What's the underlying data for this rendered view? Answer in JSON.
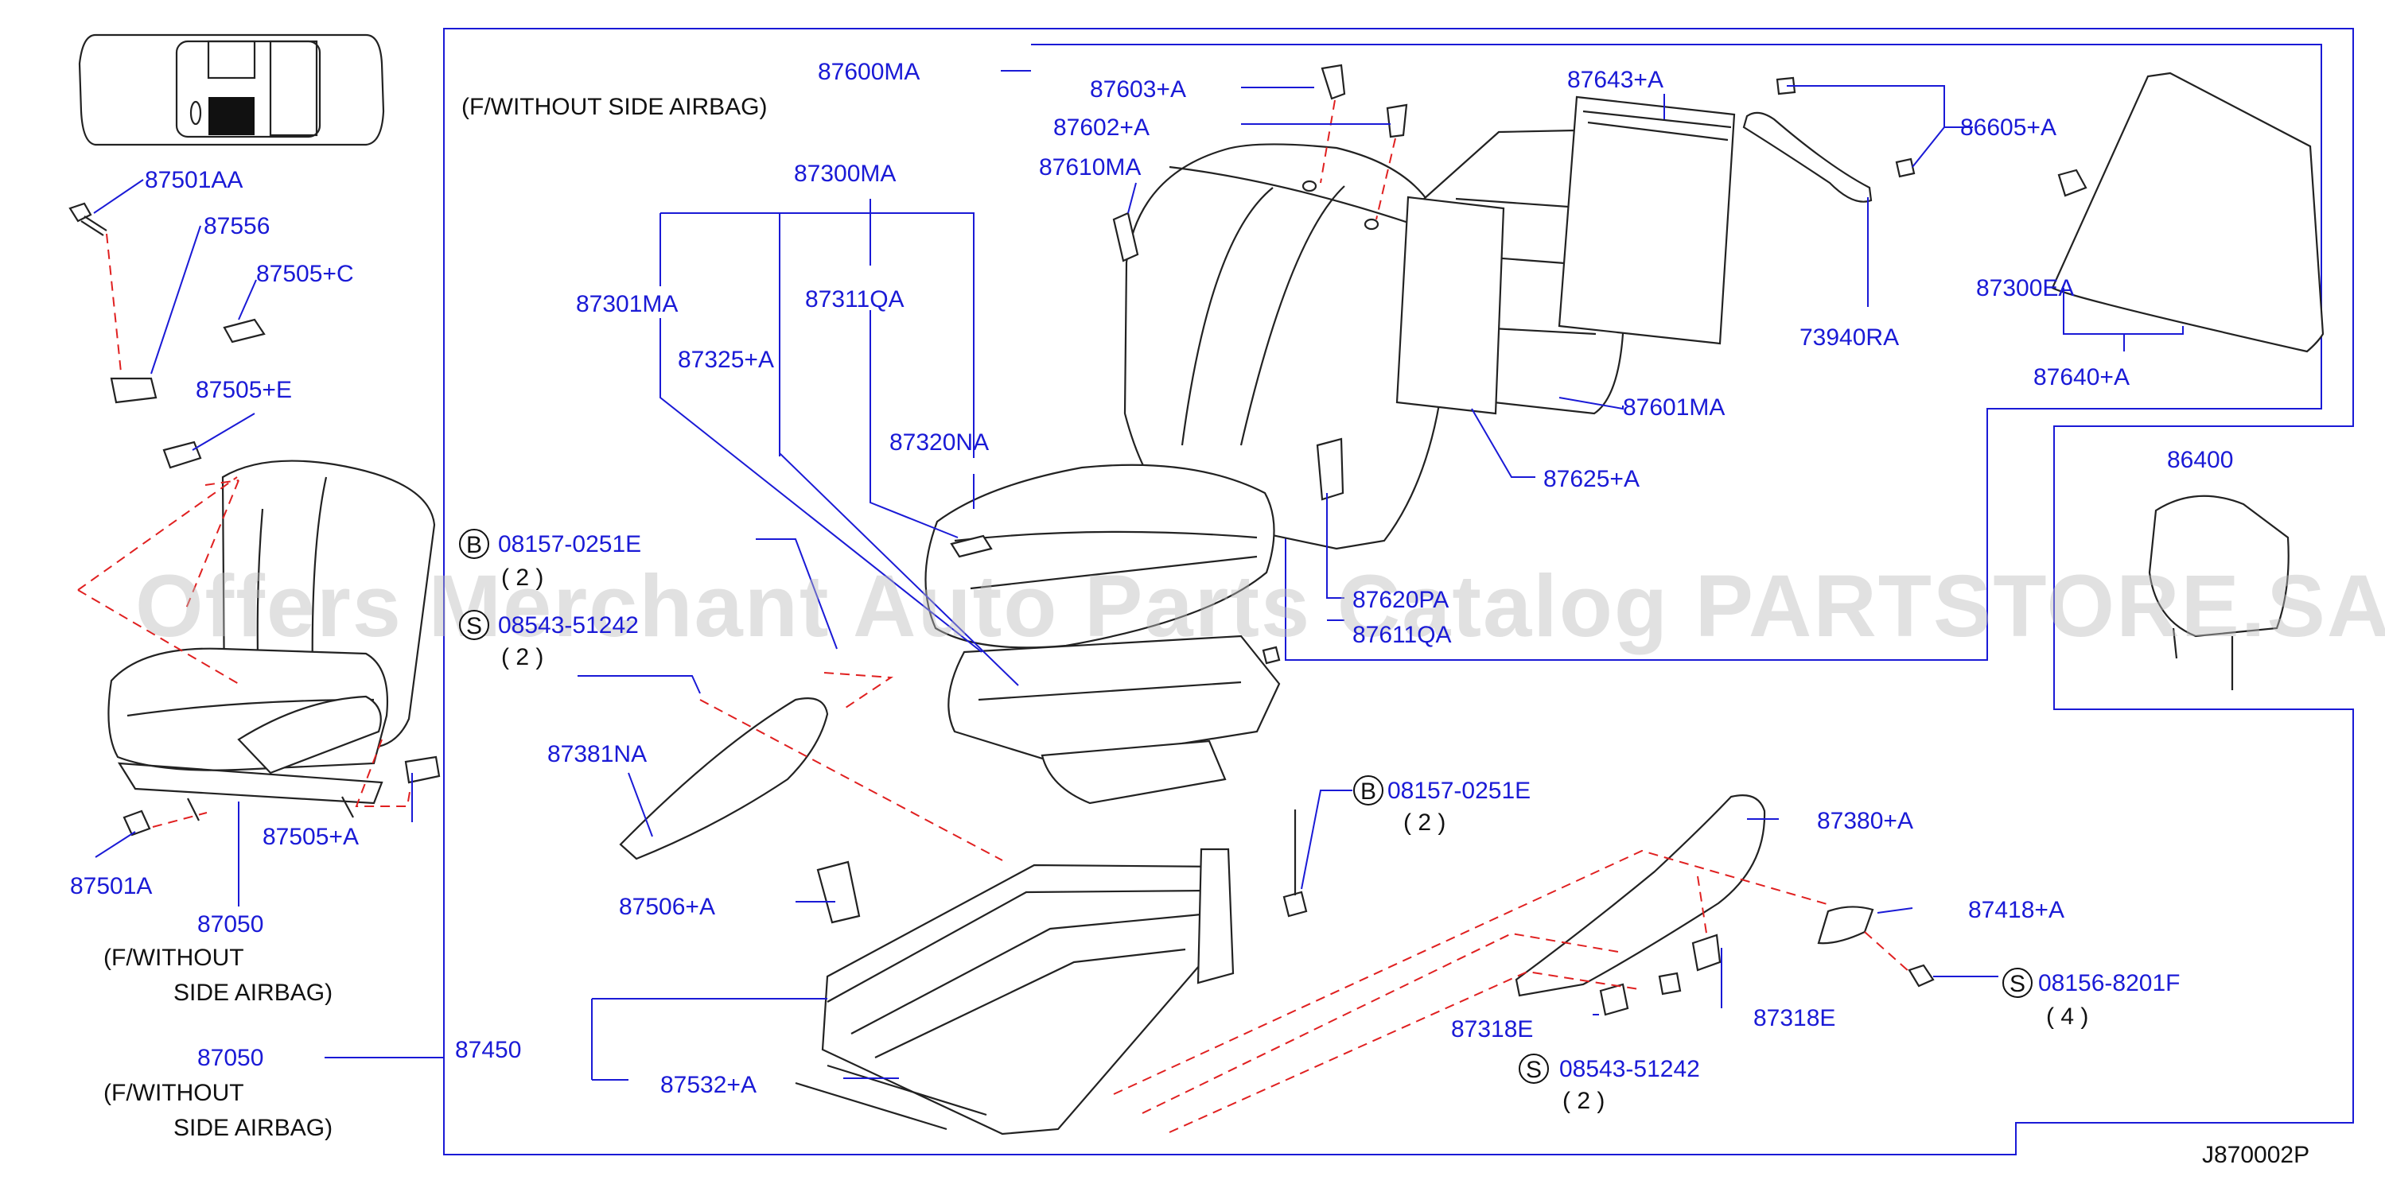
{
  "diagram": {
    "catalog_code": "J870002P",
    "watermark": "Offers Merchant Auto Parts Catalog PARTSTORE.SA",
    "notes": {
      "without_side_airbag_top": "(F/WITHOUT  SIDE  AIRBAG)",
      "without_1": "(F/WITHOUT",
      "side_airbag_1": "SIDE  AIRBAG)",
      "without_2": "(F/WITHOUT",
      "side_airbag_2": "SIDE  AIRBAG)"
    },
    "qty": {
      "q1": "( 2 )",
      "q2": "( 2 )",
      "q3": "( 2 )",
      "q4": "( 2 )",
      "q5": "( 4 )"
    },
    "circles": {
      "b1": "B",
      "s1": "S",
      "b2": "B",
      "s2": "S",
      "s3": "S"
    },
    "parts": {
      "p87501AA": "87501AA",
      "p87556": "87556",
      "p87505C": "87505+C",
      "p87505E": "87505+E",
      "p87505A": "87505+A",
      "p87501A": "87501A",
      "p87050a": "87050",
      "p87050b": "87050",
      "p87600MA": "87600MA",
      "p87603A": "87603+A",
      "p87602A": "87602+A",
      "p87610MA": "87610MA",
      "p87643A": "87643+A",
      "p86605A": "86605+A",
      "p87300MA": "87300MA",
      "p87301MA": "87301MA",
      "p87311QA": "87311QA",
      "p87325A": "87325+A",
      "p87320NA": "87320NA",
      "p08157a": "08157-0251E",
      "p08543a": "08543-51242",
      "p87381NA": "87381NA",
      "p87506A": "87506+A",
      "p87450": "87450",
      "p87532A": "87532+A",
      "p73940RA": "73940RA",
      "p87300EA": "87300EA",
      "p87640A": "87640+A",
      "p87601MA": "87601MA",
      "p87625A": "87625+A",
      "p87620PA": "87620PA",
      "p87611QA": "87611QA",
      "p86400": "86400",
      "p08157b": "08157-0251E",
      "p87380A": "87380+A",
      "p87418A": "87418+A",
      "p08156": "08156-8201F",
      "p87318Ea": "87318E",
      "p87318Eb": "87318E",
      "p08543b": "08543-51242"
    }
  }
}
